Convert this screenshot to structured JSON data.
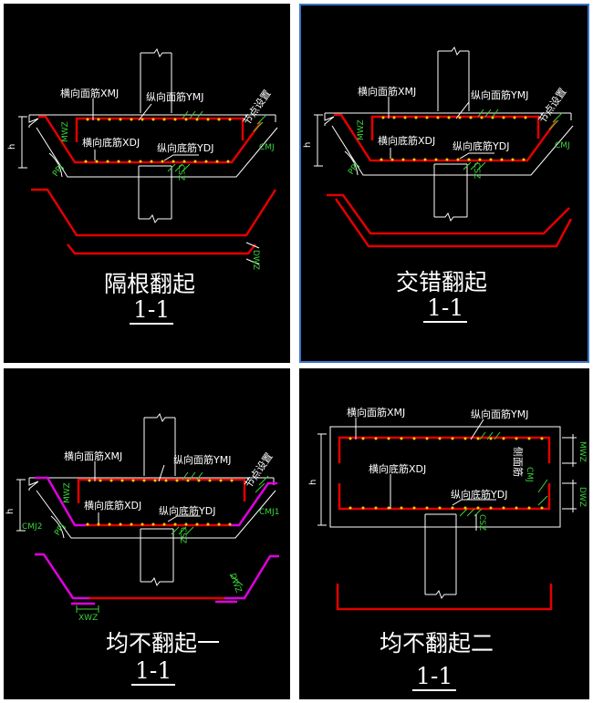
{
  "panels": [
    {
      "title": "隔根翻起",
      "section": "1-1",
      "labels": {
        "xmj": "横向面筋XMJ",
        "ymj": "纵向面筋YMJ",
        "xdj": "横向底筋XDJ",
        "ydj": "纵向底筋YDJ",
        "jiedian": "节点设置",
        "mwz": "MWZ",
        "h": "h",
        "ppj": "PPJ",
        "cmj": "CMJ",
        "csz": "CSZ",
        "dwz": "DWZ"
      }
    },
    {
      "title": "交错翻起",
      "section": "1-1",
      "labels": {
        "xmj": "横向面筋XMJ",
        "ymj": "纵向面筋YMJ",
        "xdj": "横向底筋XDJ",
        "ydj": "纵向底筋YDJ",
        "jiedian": "节点设置",
        "mwz": "MWZ",
        "h": "h",
        "ppj": "PPJ",
        "cmj": "CMJ",
        "csz": "CSZ"
      }
    },
    {
      "title": "均不翻起一",
      "section": "1-1",
      "labels": {
        "xmj": "横向面筋XMJ",
        "ymj": "纵向面筋YMJ",
        "xdj": "横向底筋XDJ",
        "ydj": "纵向底筋YDJ",
        "jiedian": "节点设置",
        "mwz": "MWZ",
        "h": "h",
        "ppj": "PPJ",
        "cmj1": "CMJ1",
        "cmj2": "CMJ2",
        "csz": "CSZ",
        "dwz": "DWZ",
        "xwz": "XWZ"
      }
    },
    {
      "title": "均不翻起二",
      "section": "1-1",
      "labels": {
        "xmj": "横向面筋XMJ",
        "ymj": "纵向面筋YMJ",
        "xdj": "横向底筋XDJ",
        "ydj": "纵向底筋YDJ",
        "cemian": "侧面筋",
        "cmj": "CMJ",
        "mwz": "MWZ",
        "h": "h",
        "csz": "CSZ",
        "dwz": "DWZ"
      }
    }
  ],
  "colors": {
    "background": "#000000",
    "line": "#ffffff",
    "rebar": "#e30000",
    "rebar_alt": "#e000e0",
    "label_code": "#3bd33b",
    "dots": "#f0d000",
    "selection": "#3a74c8"
  }
}
